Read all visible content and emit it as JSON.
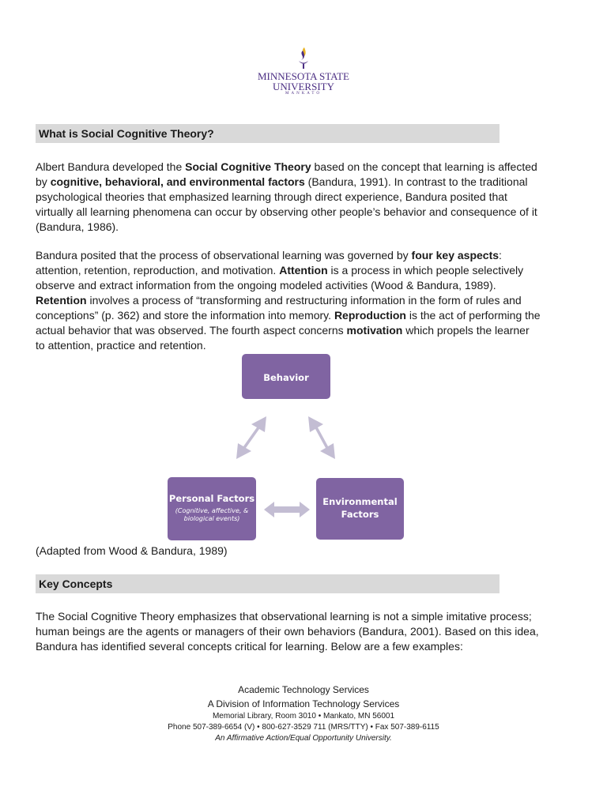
{
  "logo": {
    "line1": "MINNESOTA STATE",
    "line2": "UNIVERSITY",
    "line3": "MANKATO",
    "color": "#4b2e83",
    "flame_color": "#e8b323"
  },
  "section1": {
    "title": "What is Social Cognitive Theory?"
  },
  "para1": {
    "t1": "Albert Bandura developed the ",
    "b1": "Social Cognitive Theory",
    "t2": " based on the concept that learning is affected by ",
    "b2": "cognitive, behavioral, and environmental factors",
    "t3": " (Bandura, 1991). In contrast to the traditional psychological theories that emphasized learning through direct experience, Bandura posited that virtually all learning phenomena can occur by observing other people’s behavior and consequence of it (Bandura, 1986)."
  },
  "para2": {
    "t1": "Bandura posited that the process of observational learning was governed by ",
    "b1": "four key aspects",
    "t2": ": attention, retention, reproduction, and motivation. ",
    "b2": "Attention",
    "t3": " is a process in which people selectively observe and extract information from the ongoing modeled activities (Wood & Bandura, 1989). ",
    "b3": "Retention",
    "t4": " involves a process of “transforming and restructuring information in the form of rules and conceptions” (p. 362) and store the information into memory. ",
    "b4": "Reproduction",
    "t5": " is the act of performing the actual behavior that was observed. The fourth aspect concerns ",
    "b5": "motivation",
    "t6": " which propels the learner to attention, practice and retention."
  },
  "diagram": {
    "behavior": "Behavior",
    "personal": "Personal Factors",
    "personal_sub": "(Cognitive, affective, & biological events)",
    "environmental": "Environmental Factors",
    "box_color": "#8064a2",
    "arrow_color": "#c3bdd3"
  },
  "caption": "(Adapted from Wood & Bandura, 1989)",
  "section2": {
    "title": "Key Concepts"
  },
  "para3": "The Social Cognitive Theory emphasizes that observational learning is not a simple imitative process; human beings are the agents or managers of their own behaviors (Bandura, 2001). Based on this idea, Bandura has identified several concepts critical for learning. Below are a few examples:",
  "footer": {
    "line1": "Academic Technology Services",
    "line2": "A Division of Information Technology Services",
    "line3": "Memorial Library, Room 3010 • Mankato, MN 56001",
    "line4": "Phone 507-389-6654 (V) • 800-627-3529 711 (MRS/TTY) • Fax 507-389-6115",
    "line5": "An Affirmative Action/Equal Opportunity University."
  }
}
